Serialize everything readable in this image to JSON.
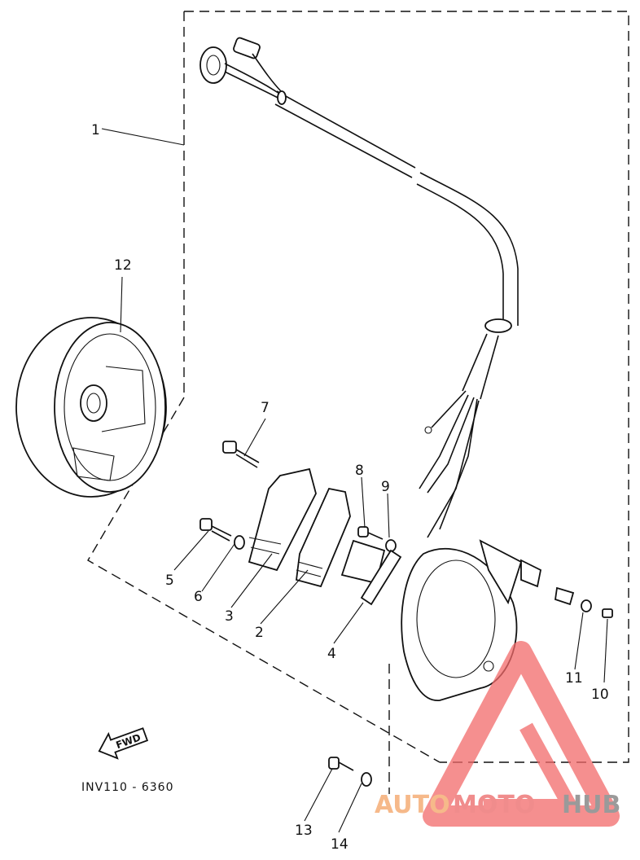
{
  "diagram": {
    "part_numbers": [
      "1",
      "2",
      "3",
      "4",
      "5",
      "6",
      "7",
      "8",
      "9",
      "10",
      "11",
      "12",
      "13",
      "14"
    ],
    "drawing_code": "INV110 - 6360",
    "direction_arrow": "FWD",
    "watermark": {
      "auto": "AUTO",
      "moto": "MOTO",
      "hub": "HUB",
      "colors": {
        "auto": "#f6b98a",
        "moto": "#f08c8c",
        "hub": "#9a9a9a",
        "logo": "#f26a6a"
      }
    }
  }
}
